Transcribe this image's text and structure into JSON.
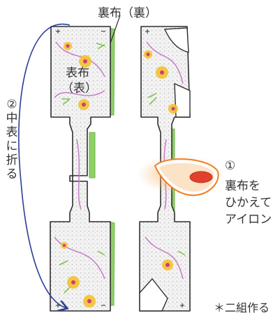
{
  "labels": {
    "lining_back": "裏布（裏）",
    "outer_front_line1": "表布",
    "outer_front_line2": "（表）",
    "step2_number": "②",
    "step2_chars": [
      "中",
      "表",
      "に",
      "折",
      "る"
    ],
    "step1_number": "①",
    "step1_line1": "裏布を",
    "step1_line2": "ひかえて",
    "step1_line3": "アイロン",
    "note": "＊二組作る"
  },
  "colors": {
    "outline": "#2e2e2e",
    "fabric_stitch": "#cfcfcf",
    "flower_yellow": "#f2c230",
    "flower_center": "#d63a7a",
    "leaf_green": "#7cc24a",
    "vine_pink": "#c77bc6",
    "lining_green": "#6db34a",
    "fold_arrow": "#2a3f95",
    "iron_orange": "#f07e22",
    "iron_red": "#e2402e",
    "heat_glow": "#f7c88f"
  },
  "icons": [
    "iron-icon",
    "fold-arrow-icon"
  ]
}
